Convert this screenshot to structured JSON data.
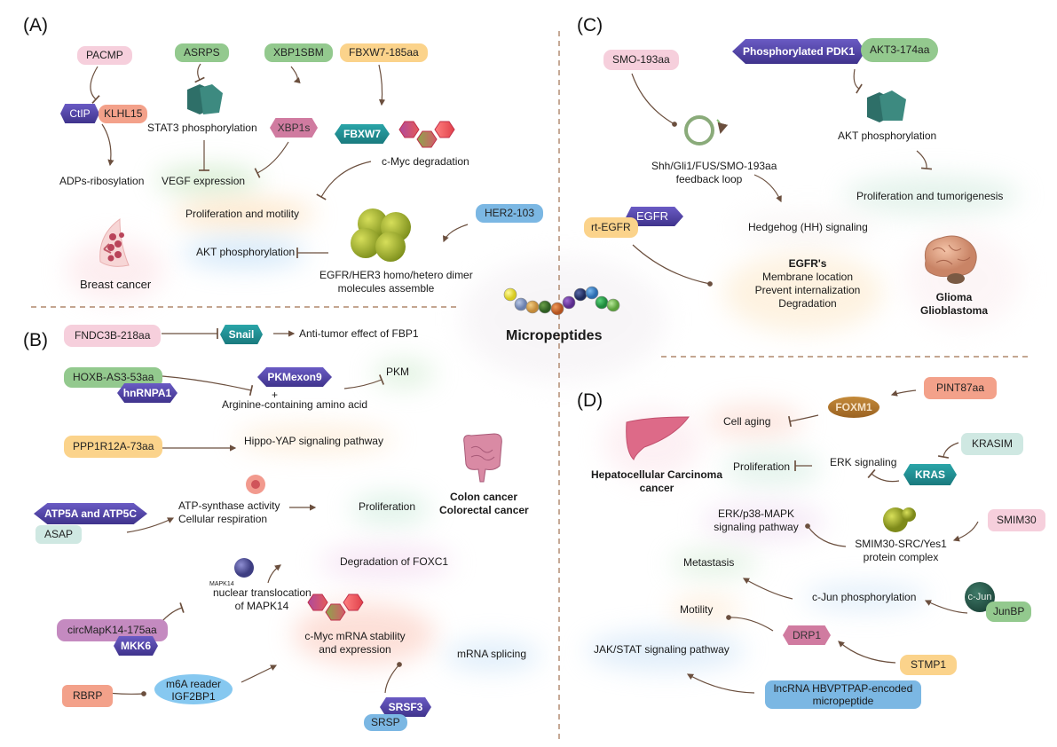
{
  "title": "Micropeptides",
  "panels": {
    "A": {
      "label": "(A)",
      "disease": "Breast cancer",
      "nodes": {
        "pacmp": "PACMP",
        "asrps": "ASRPS",
        "xbp1sbm": "XBP1SBM",
        "fbxw7_185aa": "FBXW7-185aa",
        "ctip": "CtIP",
        "klhl15": "KLHL15",
        "stat3": "STAT3 phosphorylation",
        "xbp1s": "XBP1s",
        "fbxw7": "FBXW7",
        "cmyc_deg": "c-Myc degradation",
        "adps": "ADPs-ribosylation",
        "vegf": "VEGF expression",
        "prolif_motility": "Proliferation and motility",
        "akt": "AKT phosphorylation",
        "her2_103": "HER2-103",
        "egfr_her3_1": "EGFR/HER3 homo/hetero dimer",
        "egfr_her3_2": "molecules assemble"
      }
    },
    "B": {
      "label": "(B)",
      "disease_1": "Colon cancer",
      "disease_2": "Colorectal cancer",
      "nodes": {
        "fndc3b": "FNDC3B-218aa",
        "snail": "Snail",
        "antitumor": "Anti-tumor effect of FBP1",
        "hoxb": "HOXB-AS3-53aa",
        "hnrnpa1": "hnRNPA1",
        "pkmexon9": "PKMexon9",
        "plus": "+",
        "arginine": "Arginine-containing amino acid",
        "pkm": "PKM",
        "ppp1r12a": "PPP1R12A-73aa",
        "hippo": "Hippo-YAP signaling pathway",
        "atp5": "ATP5A and ATP5C",
        "asap": "ASAP",
        "atp_synth": "ATP-synthase activity",
        "cell_resp": "Cellular respiration",
        "proliferation": "Proliferation",
        "mapk14_small": "MAPK14",
        "nuclear_1": "nuclear translocation",
        "nuclear_2": "of MAPK14",
        "foxc1": "Degradation of FOXC1",
        "circmapk14": "circMapK14-175aa",
        "mkk6": "MKK6",
        "cmyc_1": "c-Myc mRNA stability",
        "cmyc_2": "and expression",
        "rbrp": "RBRP",
        "m6a_1": "m6A reader",
        "m6a_2": "IGF2BP1",
        "mrna_splicing": "mRNA splicing",
        "srsf3": "SRSF3",
        "srsp": "SRSP"
      }
    },
    "C": {
      "label": "(C)",
      "disease_1": "Glioma",
      "disease_2": "Glioblastoma",
      "nodes": {
        "smo193": "SMO-193aa",
        "pdk1": "Phosphorylated PDK1",
        "akt3": "AKT3-174aa",
        "akt_phos": "AKT phosphorylation",
        "feedback_1": "Shh/Gli1/FUS/SMO-193aa",
        "feedback_2": "feedback loop",
        "prolif_tumor": "Proliferation and tumorigenesis",
        "egfr": "EGFR",
        "rt_egfr": "rt-EGFR",
        "hedgehog": "Hedgehog (HH) signaling",
        "egfrs": "EGFR's",
        "membrane": "Membrane location",
        "prevent": "Prevent internalization",
        "degradation": "Degradation"
      }
    },
    "D": {
      "label": "(D)",
      "disease_1": "Hepatocellular Carcinoma",
      "disease_2": "cancer",
      "nodes": {
        "pint87": "PINT87aa",
        "foxm1": "FOXM1",
        "cell_aging": "Cell aging",
        "krasim": "KRASIM",
        "erk": "ERK signaling",
        "kras": "KRAS",
        "proliferation": "Proliferation",
        "erk_p38_1": "ERK/p38-MAPK",
        "erk_p38_2": "signaling pathway",
        "smim30": "SMIM30",
        "smim30_complex_1": "SMIM30-SRC/Yes1",
        "smim30_complex_2": "protein complex",
        "metastasis": "Metastasis",
        "cjun_phos": "c-Jun phosphorylation",
        "cjun": "c-Jun",
        "junbp": "JunBP",
        "motility": "Motility",
        "drp1": "DRP1",
        "jakstat": "JAK/STAT signaling pathway",
        "stmp1": "STMP1",
        "lncrna_1": "lncRNA HBVPTPAP-encoded",
        "lncrna_2": "micropeptide"
      }
    }
  },
  "colors": {
    "arrow": "#7a5a48",
    "divider": "#a0704f",
    "purple": "#4b3fa0",
    "teal": "#1f8f93",
    "pink": "#f6cfdc",
    "green": "#93c98e",
    "orange": "#fbd38b",
    "blue": "#7bb7e3"
  }
}
